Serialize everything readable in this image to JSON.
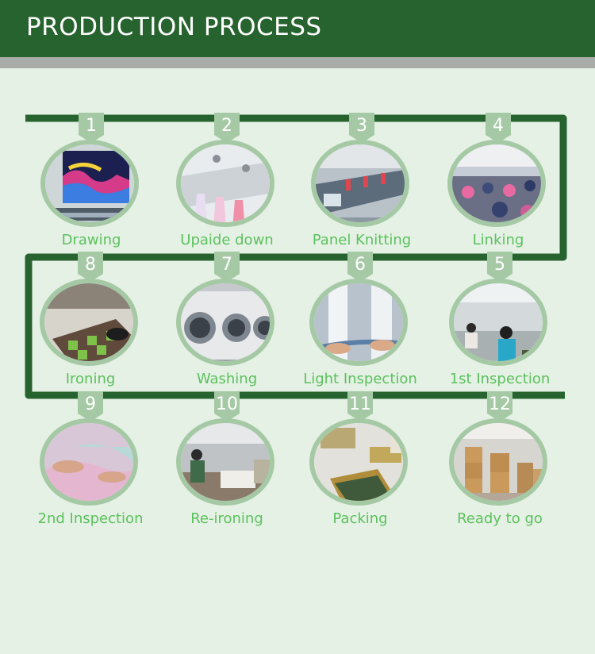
{
  "header": {
    "title": "PRODUCTION PROCESS"
  },
  "colors": {
    "header_bg": "#27632e",
    "strip": "#a9aca9",
    "background": "#e4f1e4",
    "flow_line": "#27632e",
    "badge": "#a5c9a5",
    "label": "#5cc15e"
  },
  "steps": [
    {
      "num": "1",
      "label": "Drawing"
    },
    {
      "num": "2",
      "label": "Upaide down"
    },
    {
      "num": "3",
      "label": "Panel Knitting"
    },
    {
      "num": "4",
      "label": "Linking"
    },
    {
      "num": "5",
      "label": "1st Inspection"
    },
    {
      "num": "6",
      "label": "Light Inspection"
    },
    {
      "num": "7",
      "label": "Washing"
    },
    {
      "num": "8",
      "label": "Ironing"
    },
    {
      "num": "9",
      "label": "2nd Inspection"
    },
    {
      "num": "10",
      "label": "Re-ironing"
    },
    {
      "num": "11",
      "label": "Packing"
    },
    {
      "num": "12",
      "label": "Ready to go"
    }
  ]
}
